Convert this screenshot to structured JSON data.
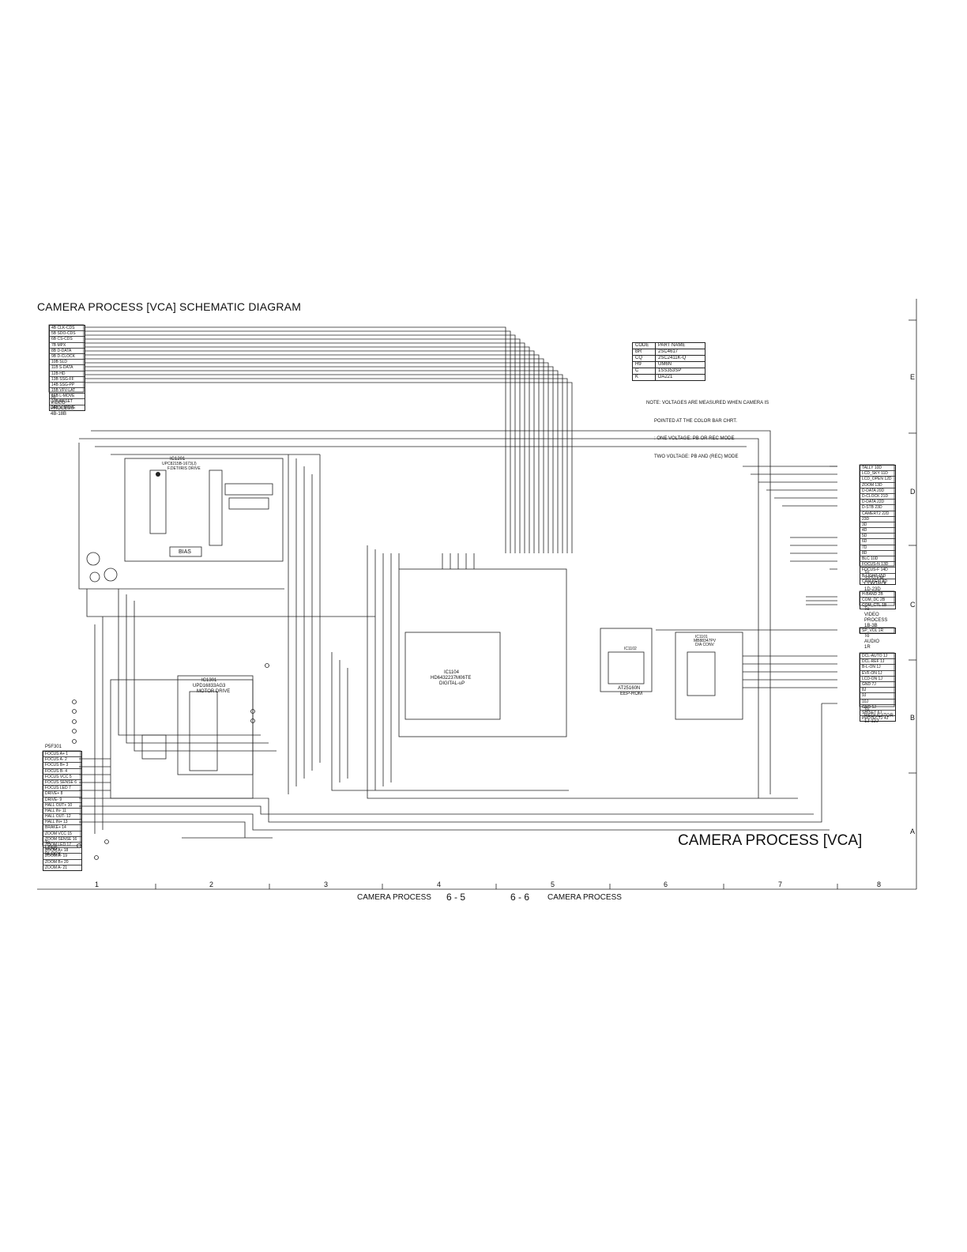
{
  "page_title": "CAMERA PROCESS [VCA] SCHEMATIC DIAGRAM",
  "big_title": "CAMERA PROCESS [VCA]",
  "footer": {
    "left_text": "CAMERA PROCESS",
    "left_page": "6 - 5",
    "right_page": "6 - 6",
    "right_text": "CAMERA PROCESS"
  },
  "code_table": {
    "headers": [
      "CODE",
      "PART NAME"
    ],
    "rows": [
      [
        "BR",
        "2SC4617"
      ],
      [
        "CQ",
        "2SC2411K-Q"
      ],
      [
        "H9",
        "UM6N"
      ],
      [
        "C",
        "1SS353SP"
      ],
      [
        "K",
        "DA221"
      ]
    ]
  },
  "note": {
    "lines": [
      "NOTE: VOLTAGES ARE MEASURED WHEN CAMERA IS",
      "POINTED AT THE COLOR BAR CHRT.",
      ": ONE VOLTAGE: PB OR REC MODE",
      "TWO VOLTAGE: PB AND (REC) MODE"
    ]
  },
  "row_letters": [
    "E",
    "D",
    "C",
    "B",
    "A"
  ],
  "col_numbers": [
    "1",
    "2",
    "3",
    "4",
    "5",
    "6",
    "7",
    "8"
  ],
  "ics": {
    "ic1201": {
      "ref": "IC1201",
      "part": "UPC8215B-1673(J)",
      "desc": "F.DET/IRIS DRIVE"
    },
    "ic1301": {
      "ref": "IC1301",
      "part": "UPD16833AG3",
      "desc": "MOTOR DRIVE"
    },
    "ic1104": {
      "ref": "IC1104",
      "part": "HD6432237M06TE",
      "desc": "DIGITAL-uP"
    },
    "ic1102": {
      "ref": "IC1102",
      "part": "AT25160N",
      "desc": "EEP-ROM"
    },
    "ic1101": {
      "ref": "IC1101",
      "part": "MB88347PV",
      "desc": "D/A CONV"
    },
    "bias": "BIAS"
  },
  "connectors": {
    "video_process_top": {
      "pins": [
        "4B CLK-CDS",
        "5B SDO-CDS",
        "6B CS-CDS",
        "7B MPX",
        "8B D-DATA",
        "9B D-CLOCK",
        "10B SLD",
        "11B S-DATA",
        "12B HD",
        "13B SSG-FF",
        "14B SSG-PP",
        "15B VFV-LAT",
        "16B L-MOVE",
        "17B RESET",
        "18B H-MOVE"
      ],
      "to_label": "To\nVIDEO\nPROCESS\n4B-18B"
    },
    "system_control": {
      "pins": [
        "TALLY 10D",
        "LCD_SKY 11D",
        "LCD_OPEN 12D",
        "ZOOM 13D",
        "D-DATA 20D",
        "D-CLOCK 21D",
        "D-DATA 22D",
        "D-STB 23D",
        "CAMERT2 22D",
        "23D",
        "3D",
        "4D",
        "5D",
        "6D",
        "7D",
        "8D",
        "BLC 10D",
        "FOCUS-N 13D",
        "FOCUS-F 14D",
        "B-LIGHT 15D",
        "CAM-KEYI 8D"
      ],
      "to_label": "To\nSYSTEM\nCONTROL\n1D-23D"
    },
    "video_process_mid": {
      "pins": [
        "H-BAND 2B",
        "COM_DC 2B",
        "COM_CTL 1B"
      ],
      "to_label": "To\nVIDEO\nPROCESS\n1B-3B"
    },
    "audio": {
      "pins": [
        "SP_VOL 1R"
      ],
      "to_label": "To\nAUDIO\n1R"
    },
    "regulator": {
      "pins": [
        "DCL-AUTO 1J",
        "DCL-REF 1J",
        "B-L-ON 1J",
        "EVF-ON 1J",
        "LCD-ON 1J",
        "GND 7J",
        "8J",
        "9J",
        "10J",
        "GND 5J",
        "SH-SET 6J",
        "PROTECT2 4J"
      ],
      "to_label": "To\nREGULATOR\n1J-12J"
    },
    "lens_block": {
      "ref": "P5F301",
      "pins": [
        "FOCUS A+ 1",
        "FOCUS A- 2",
        "FOCUS B+ 3",
        "FOCUS B- 4",
        "FOCUS VCC 5",
        "FOCUS SENSE 6",
        "FOCUS LED 7",
        "DRIVE+ 8",
        "DRIVE- 9",
        "HALL OUT+ 10",
        "HALL IN- 11",
        "HALL OUT- 12",
        "HALL IN+ 13",
        "BRAKE+ 14",
        "ZOOM VCC 15",
        "ZOOM SENSE 16",
        "ZOOM LED 17",
        "ZOOM A+ 18",
        "ZOOM A- 19",
        "ZOOM B+ 20",
        "ZOOM A- 21"
      ],
      "to_label": "To\nLENS\nBLOCK"
    }
  }
}
